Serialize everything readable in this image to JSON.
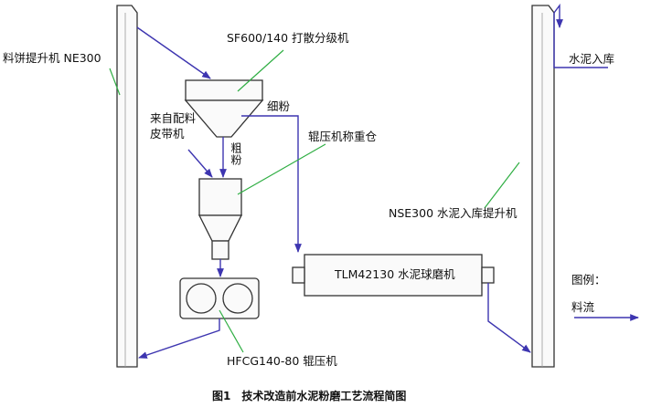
{
  "labels": {
    "left_elevator": "料饼提升机 NE300",
    "classifier": "SF600/140 打散分级机",
    "fine_powder": "细粉",
    "coarse_powder": "粗粉",
    "belt_line1": "来自配料",
    "belt_line2": "皮带机",
    "weigh_bin": "辊压机称重仓",
    "right_elevator": "NSE300 水泥入库提升机",
    "to_storage": "水泥入库",
    "ball_mill": "TLM42130 水泥球磨机",
    "roller_press": "HFCG140-80 辊压机",
    "legend_title": "图例：",
    "legend_item": "料流",
    "caption": "图1　技术改造前水泥粉磨工艺流程简图"
  },
  "colors": {
    "flow": "#3d35b0",
    "leader": "#2fae43",
    "equipment": "#333333"
  }
}
